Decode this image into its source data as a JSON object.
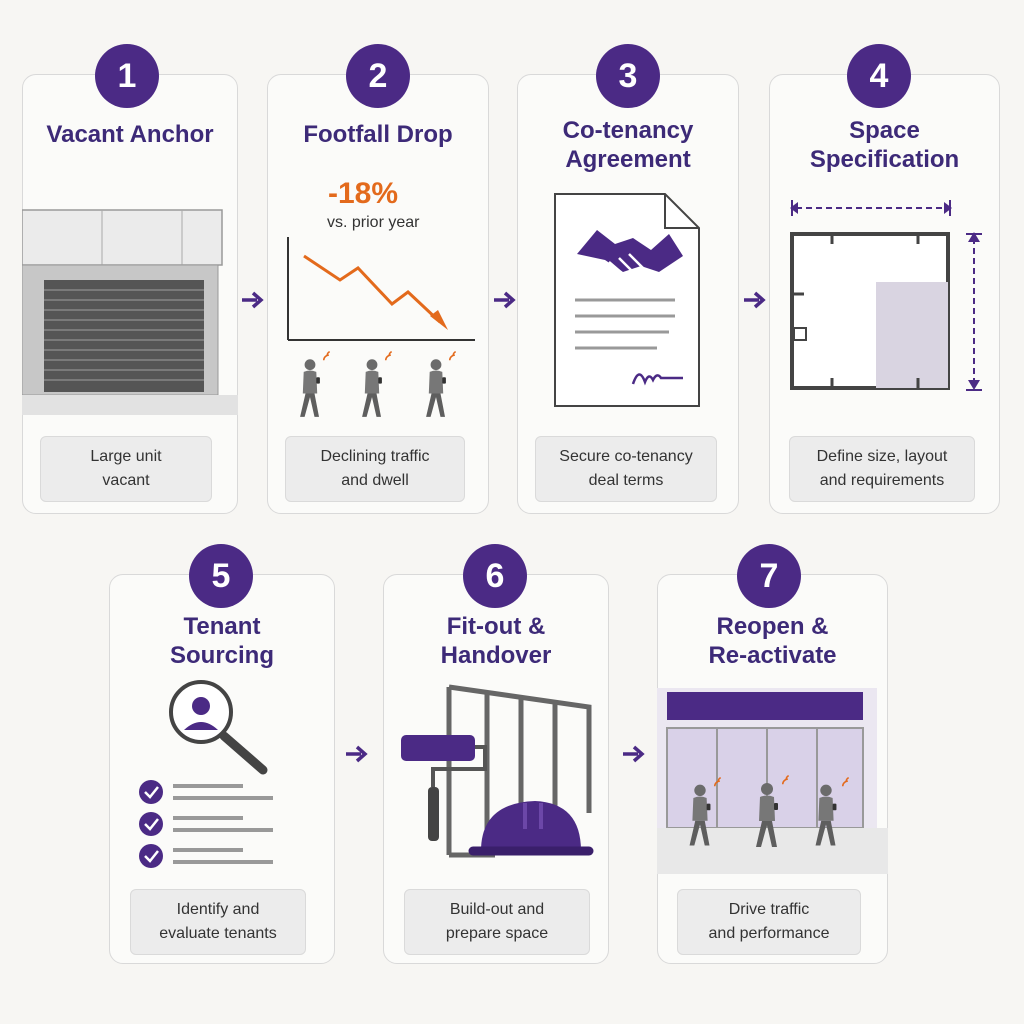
{
  "colors": {
    "accent": "#4b2a85",
    "highlight": "#e36a1c"
  },
  "steps": [
    {
      "number": "1",
      "title": [
        "Vacant Anchor"
      ],
      "caption": [
        "Large unit",
        "vacant"
      ]
    },
    {
      "number": "2",
      "title": [
        "Footfall Drop"
      ],
      "caption": [
        "Declining traffic",
        "and dwell"
      ],
      "stat": "-18%",
      "stat_note": "vs. prior year"
    },
    {
      "number": "3",
      "title": [
        "Co-tenancy",
        "Agreement"
      ],
      "caption": [
        "Secure co-tenancy",
        "deal terms"
      ]
    },
    {
      "number": "4",
      "title": [
        "Space",
        "Specification"
      ],
      "caption": [
        "Define size, layout",
        "and requirements"
      ]
    },
    {
      "number": "5",
      "title": [
        "Tenant",
        "Sourcing"
      ],
      "caption": [
        "Identify and",
        "evaluate tenants"
      ]
    },
    {
      "number": "6",
      "title": [
        "Fit-out &",
        "Handover"
      ],
      "caption": [
        "Build-out and",
        "prepare space"
      ]
    },
    {
      "number": "7",
      "title": [
        "Reopen &",
        "Re-activate"
      ],
      "caption": [
        "Drive traffic",
        "and performance"
      ]
    }
  ]
}
